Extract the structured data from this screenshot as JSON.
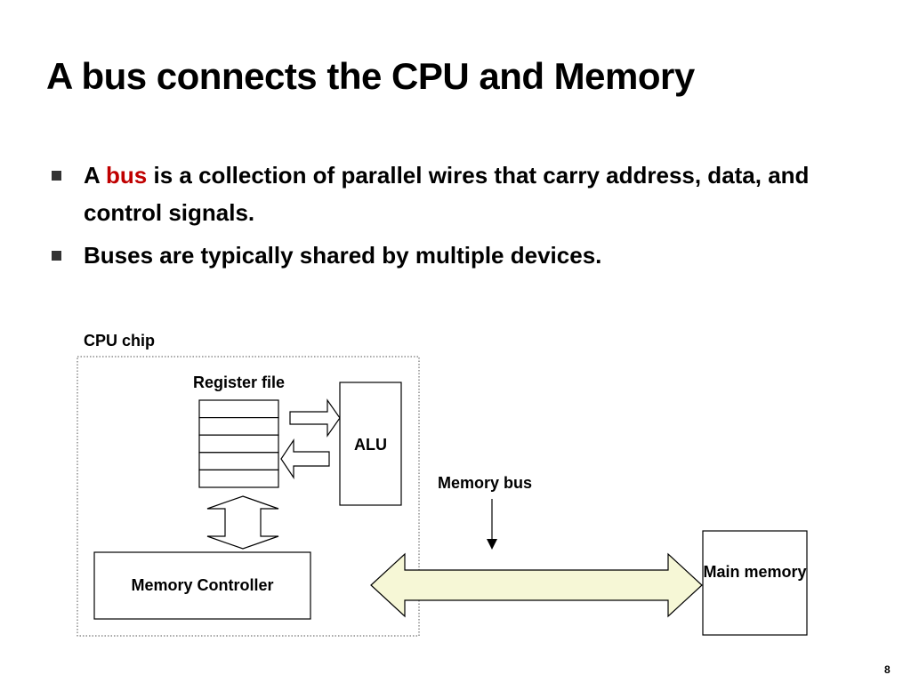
{
  "slide": {
    "title": "A bus connects the CPU and Memory",
    "bullets": [
      {
        "prefix": "A ",
        "highlight": "bus",
        "suffix": " is a collection of parallel wires that carry address, data, and control signals."
      },
      {
        "text": "Buses are typically shared by multiple devices."
      }
    ],
    "page_number": "8"
  },
  "diagram": {
    "cpu_chip_label": "CPU chip",
    "register_file_label": "Register file",
    "alu_label": "ALU",
    "memory_bus_label": "Memory bus",
    "memory_controller_label": "Memory Controller",
    "main_memory_label": "Main memory",
    "register_slots": 5
  },
  "colors": {
    "accent": "#c00000",
    "bus_fill": "#f6f7d6",
    "stroke": "#000000"
  }
}
